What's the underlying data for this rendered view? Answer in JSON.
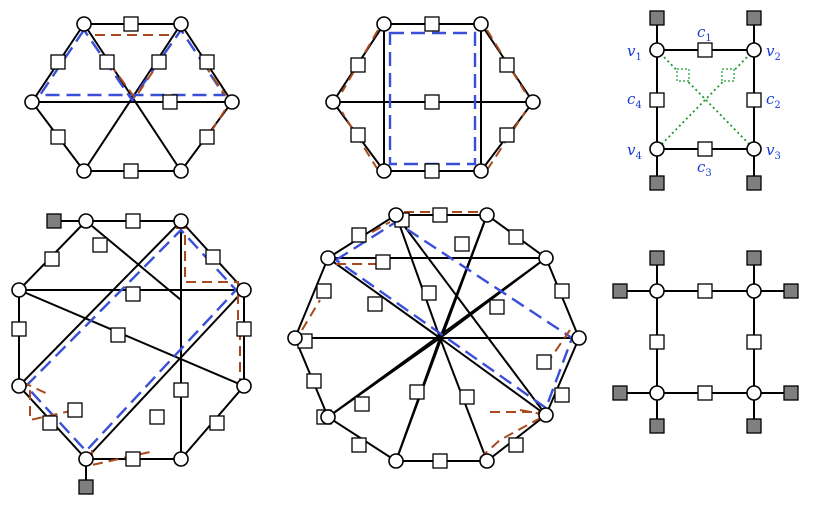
{
  "labels": {
    "v1": {
      "main": "v",
      "sub": "1"
    },
    "v2": {
      "main": "v",
      "sub": "2"
    },
    "v3": {
      "main": "v",
      "sub": "3"
    },
    "v4": {
      "main": "v",
      "sub": "4"
    },
    "c1": {
      "main": "c",
      "sub": "1"
    },
    "c2": {
      "main": "c",
      "sub": "2"
    },
    "c3": {
      "main": "c",
      "sub": "3"
    },
    "c4": {
      "main": "c",
      "sub": "4"
    }
  },
  "colors": {
    "edge": "#000000",
    "check_fill": "#ffffff",
    "boundary_fill": "#7f7f7f",
    "path_blue": "#3a4fd8",
    "path_brown": "#a84a1e",
    "dotted_green": "#1a9b2e",
    "label_blue": "#1a3ccc"
  }
}
